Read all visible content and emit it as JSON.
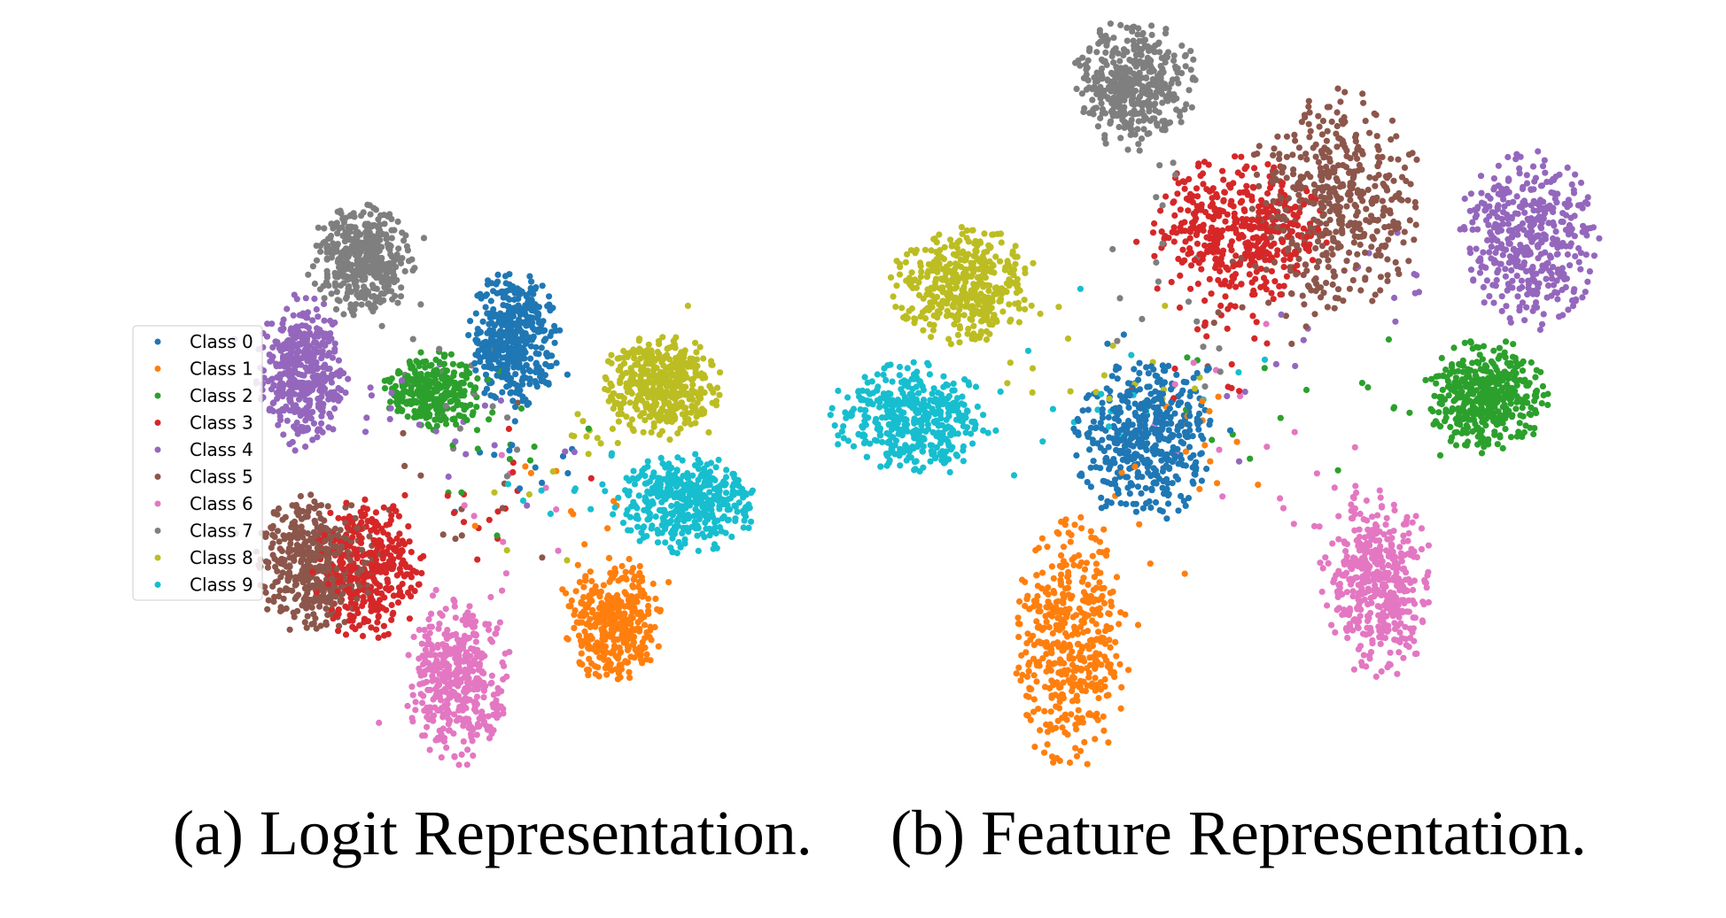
{
  "chart_data": [
    {
      "type": "scatter",
      "caption": "(a) Logit Representation.",
      "legend_position": "left",
      "series": [
        {
          "name": "Class 0",
          "color": "#1f77b4",
          "clusters": [
            {
              "x": 0.415,
              "y": 0.73,
              "rx": 0.075,
              "ry": 0.115,
              "n": 420
            }
          ]
        },
        {
          "name": "Class 1",
          "color": "#ff7f0e",
          "clusters": [
            {
              "x": 0.585,
              "y": 0.25,
              "rx": 0.08,
              "ry": 0.11,
              "n": 380
            }
          ]
        },
        {
          "name": "Class 2",
          "color": "#2ca02c",
          "clusters": [
            {
              "x": 0.28,
              "y": 0.64,
              "rx": 0.085,
              "ry": 0.065,
              "n": 300
            }
          ]
        },
        {
          "name": "Class 3",
          "color": "#d62728",
          "clusters": [
            {
              "x": 0.17,
              "y": 0.34,
              "rx": 0.095,
              "ry": 0.12,
              "n": 360
            }
          ]
        },
        {
          "name": "Class 4",
          "color": "#9467bd",
          "clusters": [
            {
              "x": 0.06,
              "y": 0.67,
              "rx": 0.075,
              "ry": 0.13,
              "n": 420
            }
          ]
        },
        {
          "name": "Class 5",
          "color": "#8c564b",
          "clusters": [
            {
              "x": 0.08,
              "y": 0.35,
              "rx": 0.1,
              "ry": 0.12,
              "n": 420
            }
          ]
        },
        {
          "name": "Class 6",
          "color": "#e377c2",
          "clusters": [
            {
              "x": 0.32,
              "y": 0.15,
              "rx": 0.085,
              "ry": 0.14,
              "n": 420
            }
          ]
        },
        {
          "name": "Class 7",
          "color": "#7f7f7f",
          "clusters": [
            {
              "x": 0.16,
              "y": 0.86,
              "rx": 0.09,
              "ry": 0.095,
              "n": 420
            }
          ]
        },
        {
          "name": "Class 8",
          "color": "#bcbd22",
          "clusters": [
            {
              "x": 0.66,
              "y": 0.65,
              "rx": 0.1,
              "ry": 0.085,
              "n": 420
            }
          ]
        },
        {
          "name": "Class 9",
          "color": "#17becf",
          "clusters": [
            {
              "x": 0.7,
              "y": 0.45,
              "rx": 0.12,
              "ry": 0.085,
              "n": 420
            }
          ]
        }
      ]
    },
    {
      "type": "scatter",
      "caption": "(b) Feature Representation.",
      "legend_position": "none",
      "series": [
        {
          "name": "Class 0",
          "color": "#1f77b4",
          "clusters": [
            {
              "x": 0.37,
              "y": 0.44,
              "rx": 0.095,
              "ry": 0.11,
              "n": 440
            }
          ]
        },
        {
          "name": "Class 1",
          "color": "#ff7f0e",
          "clusters": [
            {
              "x": 0.27,
              "y": 0.17,
              "rx": 0.08,
              "ry": 0.17,
              "n": 440
            }
          ]
        },
        {
          "name": "Class 2",
          "color": "#2ca02c",
          "clusters": [
            {
              "x": 0.84,
              "y": 0.5,
              "rx": 0.085,
              "ry": 0.075,
              "n": 420
            }
          ]
        },
        {
          "name": "Class 3",
          "color": "#d62728",
          "clusters": [
            {
              "x": 0.5,
              "y": 0.72,
              "rx": 0.12,
              "ry": 0.1,
              "n": 420
            }
          ]
        },
        {
          "name": "Class 4",
          "color": "#9467bd",
          "clusters": [
            {
              "x": 0.9,
              "y": 0.71,
              "rx": 0.095,
              "ry": 0.12,
              "n": 420
            }
          ]
        },
        {
          "name": "Class 5",
          "color": "#8c564b",
          "clusters": [
            {
              "x": 0.63,
              "y": 0.76,
              "rx": 0.12,
              "ry": 0.15,
              "n": 460
            }
          ]
        },
        {
          "name": "Class 6",
          "color": "#e377c2",
          "clusters": [
            {
              "x": 0.69,
              "y": 0.25,
              "rx": 0.075,
              "ry": 0.13,
              "n": 420
            }
          ]
        },
        {
          "name": "Class 7",
          "color": "#7f7f7f",
          "clusters": [
            {
              "x": 0.36,
              "y": 0.92,
              "rx": 0.085,
              "ry": 0.085,
              "n": 420
            }
          ]
        },
        {
          "name": "Class 8",
          "color": "#bcbd22",
          "clusters": [
            {
              "x": 0.12,
              "y": 0.65,
              "rx": 0.095,
              "ry": 0.08,
              "n": 420
            }
          ]
        },
        {
          "name": "Class 9",
          "color": "#17becf",
          "clusters": [
            {
              "x": 0.05,
              "y": 0.47,
              "rx": 0.11,
              "ry": 0.075,
              "n": 420
            }
          ]
        }
      ]
    }
  ]
}
